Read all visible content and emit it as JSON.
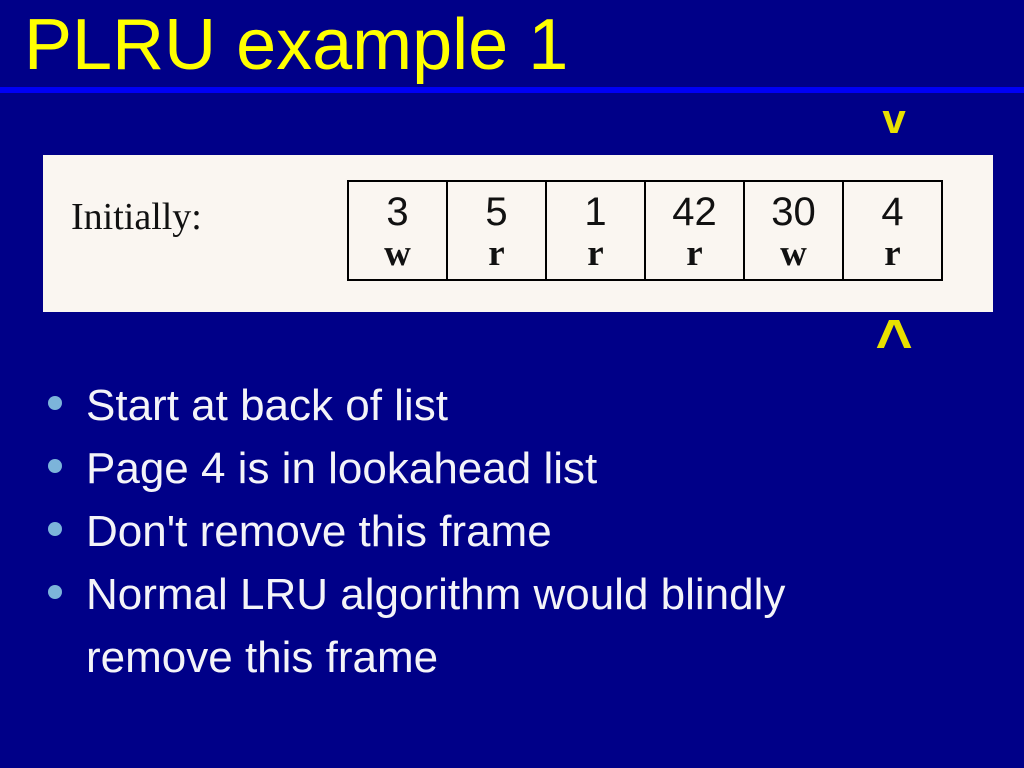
{
  "slide": {
    "title": "PLRU example 1",
    "panel": {
      "label": "Initially:",
      "frames": [
        {
          "page": "3",
          "mode": "w"
        },
        {
          "page": "5",
          "mode": "r"
        },
        {
          "page": "1",
          "mode": "r"
        },
        {
          "page": "42",
          "mode": "r"
        },
        {
          "page": "30",
          "mode": "w"
        },
        {
          "page": "4",
          "mode": "r"
        }
      ]
    },
    "pointers": {
      "top_glyph": "v",
      "bottom_glyph": "^"
    },
    "bullets": [
      "Start at back of list",
      "Page 4 is in lookahead list",
      "Don't remove this frame",
      "Normal LRU algorithm would blindly remove this frame"
    ],
    "colors": {
      "background": "#000088",
      "title_text": "#FFFF00",
      "rule": "#0000F5",
      "pointer": "#E8E000",
      "panel_background": "#FAF6F1",
      "table_border": "#000000",
      "table_text": "#111111",
      "bullet_dot": "#7CB4DA",
      "bullet_text": "#F4F4F8"
    }
  }
}
